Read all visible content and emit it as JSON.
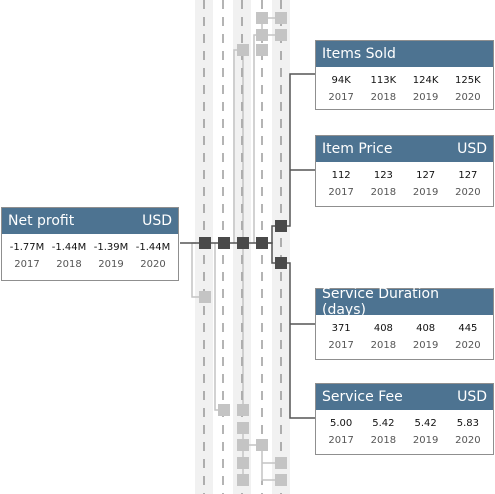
{
  "colors": {
    "header_bg": "#4d7391",
    "header_text": "#ffffff",
    "node_active": "#4a4a4a",
    "node_inactive": "#c4c4c4",
    "track_bg": "#f1f1f1",
    "edge_active": "#555555",
    "edge_inactive": "#c4c4c4"
  },
  "cards": {
    "root": {
      "title": "Net profit",
      "unit": "USD",
      "years": [
        "2017",
        "2018",
        "2019",
        "2020"
      ],
      "values": [
        "-1.77M",
        "-1.44M",
        "-1.39M",
        "-1.44M"
      ]
    },
    "items_sold": {
      "title": "Items Sold",
      "unit": "",
      "years": [
        "2017",
        "2018",
        "2019",
        "2020"
      ],
      "values": [
        "94K",
        "113K",
        "124K",
        "125K"
      ]
    },
    "item_price": {
      "title": "Item Price",
      "unit": "USD",
      "years": [
        "2017",
        "2018",
        "2019",
        "2020"
      ],
      "values": [
        "112",
        "123",
        "127",
        "127"
      ]
    },
    "service_duration": {
      "title": "Service Duration (days)",
      "unit": "",
      "years": [
        "2017",
        "2018",
        "2019",
        "2020"
      ],
      "values": [
        "371",
        "408",
        "408",
        "445"
      ]
    },
    "service_fee": {
      "title": "Service Fee",
      "unit": "USD",
      "years": [
        "2017",
        "2018",
        "2019",
        "2020"
      ],
      "values": [
        "5.00",
        "5.42",
        "5.42",
        "5.83"
      ]
    }
  }
}
